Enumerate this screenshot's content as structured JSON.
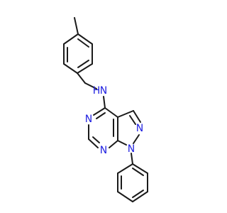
{
  "structure": {
    "atoms": [
      {
        "id": "N_amine",
        "symbol": "N",
        "h_label": "H"
      },
      {
        "id": "N_pyr_top",
        "symbol": "N"
      },
      {
        "id": "N_pyr_bottom",
        "symbol": "N"
      },
      {
        "id": "N_pz2",
        "symbol": "N"
      },
      {
        "id": "N_pz1",
        "symbol": "N"
      }
    ],
    "colors": {
      "carbon_bond": "#1a1a1a",
      "nitrogen": "#1f1fe0"
    }
  }
}
